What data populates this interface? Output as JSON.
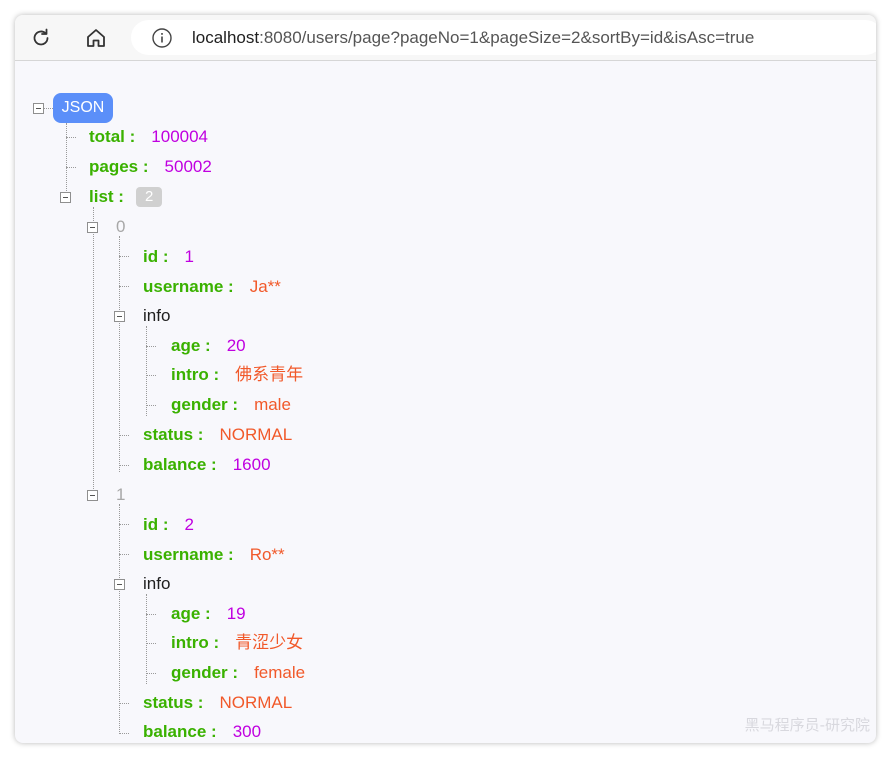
{
  "browser": {
    "url_host": "localhost",
    "url_rest": ":8080/users/page?pageNo=1&pageSize=2&sortBy=id&isAsc=true"
  },
  "json": {
    "root_label": "JSON",
    "total_key": "total :",
    "total": "100004",
    "pages_key": "pages :",
    "pages": "50002",
    "list_key": "list :",
    "list_count": "2",
    "items": [
      {
        "index": "0",
        "id_key": "id :",
        "id": "1",
        "username_key": "username :",
        "username": "Ja**",
        "info_key": "info",
        "age_key": "age :",
        "age": "20",
        "intro_key": "intro :",
        "intro": "佛系青年",
        "gender_key": "gender :",
        "gender": "male",
        "status_key": "status :",
        "status": "NORMAL",
        "balance_key": "balance :",
        "balance": "1600"
      },
      {
        "index": "1",
        "id_key": "id :",
        "id": "2",
        "username_key": "username :",
        "username": "Ro**",
        "info_key": "info",
        "age_key": "age :",
        "age": "19",
        "intro_key": "intro :",
        "intro": "青涩少女",
        "gender_key": "gender :",
        "gender": "female",
        "status_key": "status :",
        "status": "NORMAL",
        "balance_key": "balance :",
        "balance": "300"
      }
    ]
  },
  "watermark": "黑马程序员-研究院",
  "colors": {
    "key": "#3ab100",
    "number": "#c000e0",
    "string": "#f1592a",
    "root_badge": "#5b8ff9"
  }
}
